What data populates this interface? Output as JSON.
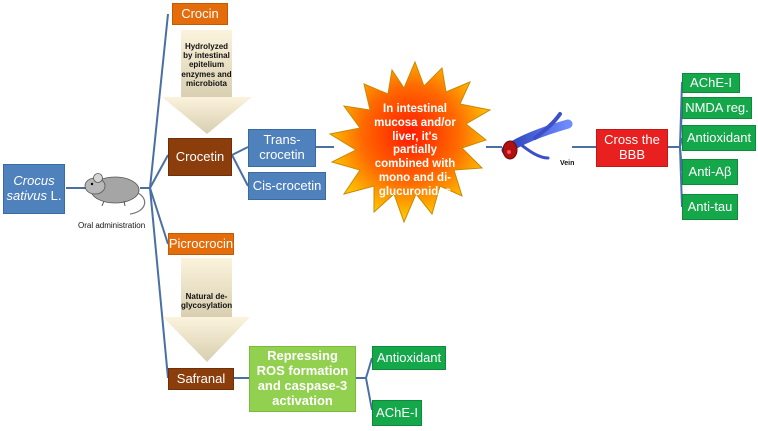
{
  "source": {
    "name_italic": "Crocus sativus",
    "name_suffix": " L."
  },
  "oral_label": "Oral administration",
  "crocin": "Crocin",
  "hydrolyzed": "Hydrolyzed by intestinal epitelium enzymes and microbiota",
  "crocetin": "Crocetin",
  "trans_crocetin": "Trans-crocetin",
  "cis_crocetin": "Cis-crocetin",
  "starburst_text": "In intestinal mucosa and/or liver, it's partially combined with mono and di-glucuronides",
  "vein_label": "Vein",
  "cross_bbb": "Cross the BBB",
  "bbb_effects": [
    "AChE-I",
    "NMDA reg.",
    "Antioxidant",
    "Anti-Aβ",
    "Anti-tau"
  ],
  "picrocrocin": "Picrocrocin",
  "deglycosylation": "Natural de-glycosylation",
  "safranal": "Safranal",
  "ros_text": "Repressing ROS formation and caspase-3 activation",
  "safranal_effects": [
    "Antioxidant",
    "AChE-I"
  ],
  "colors": {
    "blue": "#4f81bd",
    "orange": "#e46c0a",
    "brown": "#8b3d0c",
    "green": "#14a84b",
    "lime": "#92d050",
    "red": "#e82020",
    "arrow": "#f3e8c8",
    "connector": "#4a6fa5"
  },
  "icons": [
    "mouse-icon",
    "vein-icon",
    "starburst-shape",
    "down-arrow-shape"
  ]
}
